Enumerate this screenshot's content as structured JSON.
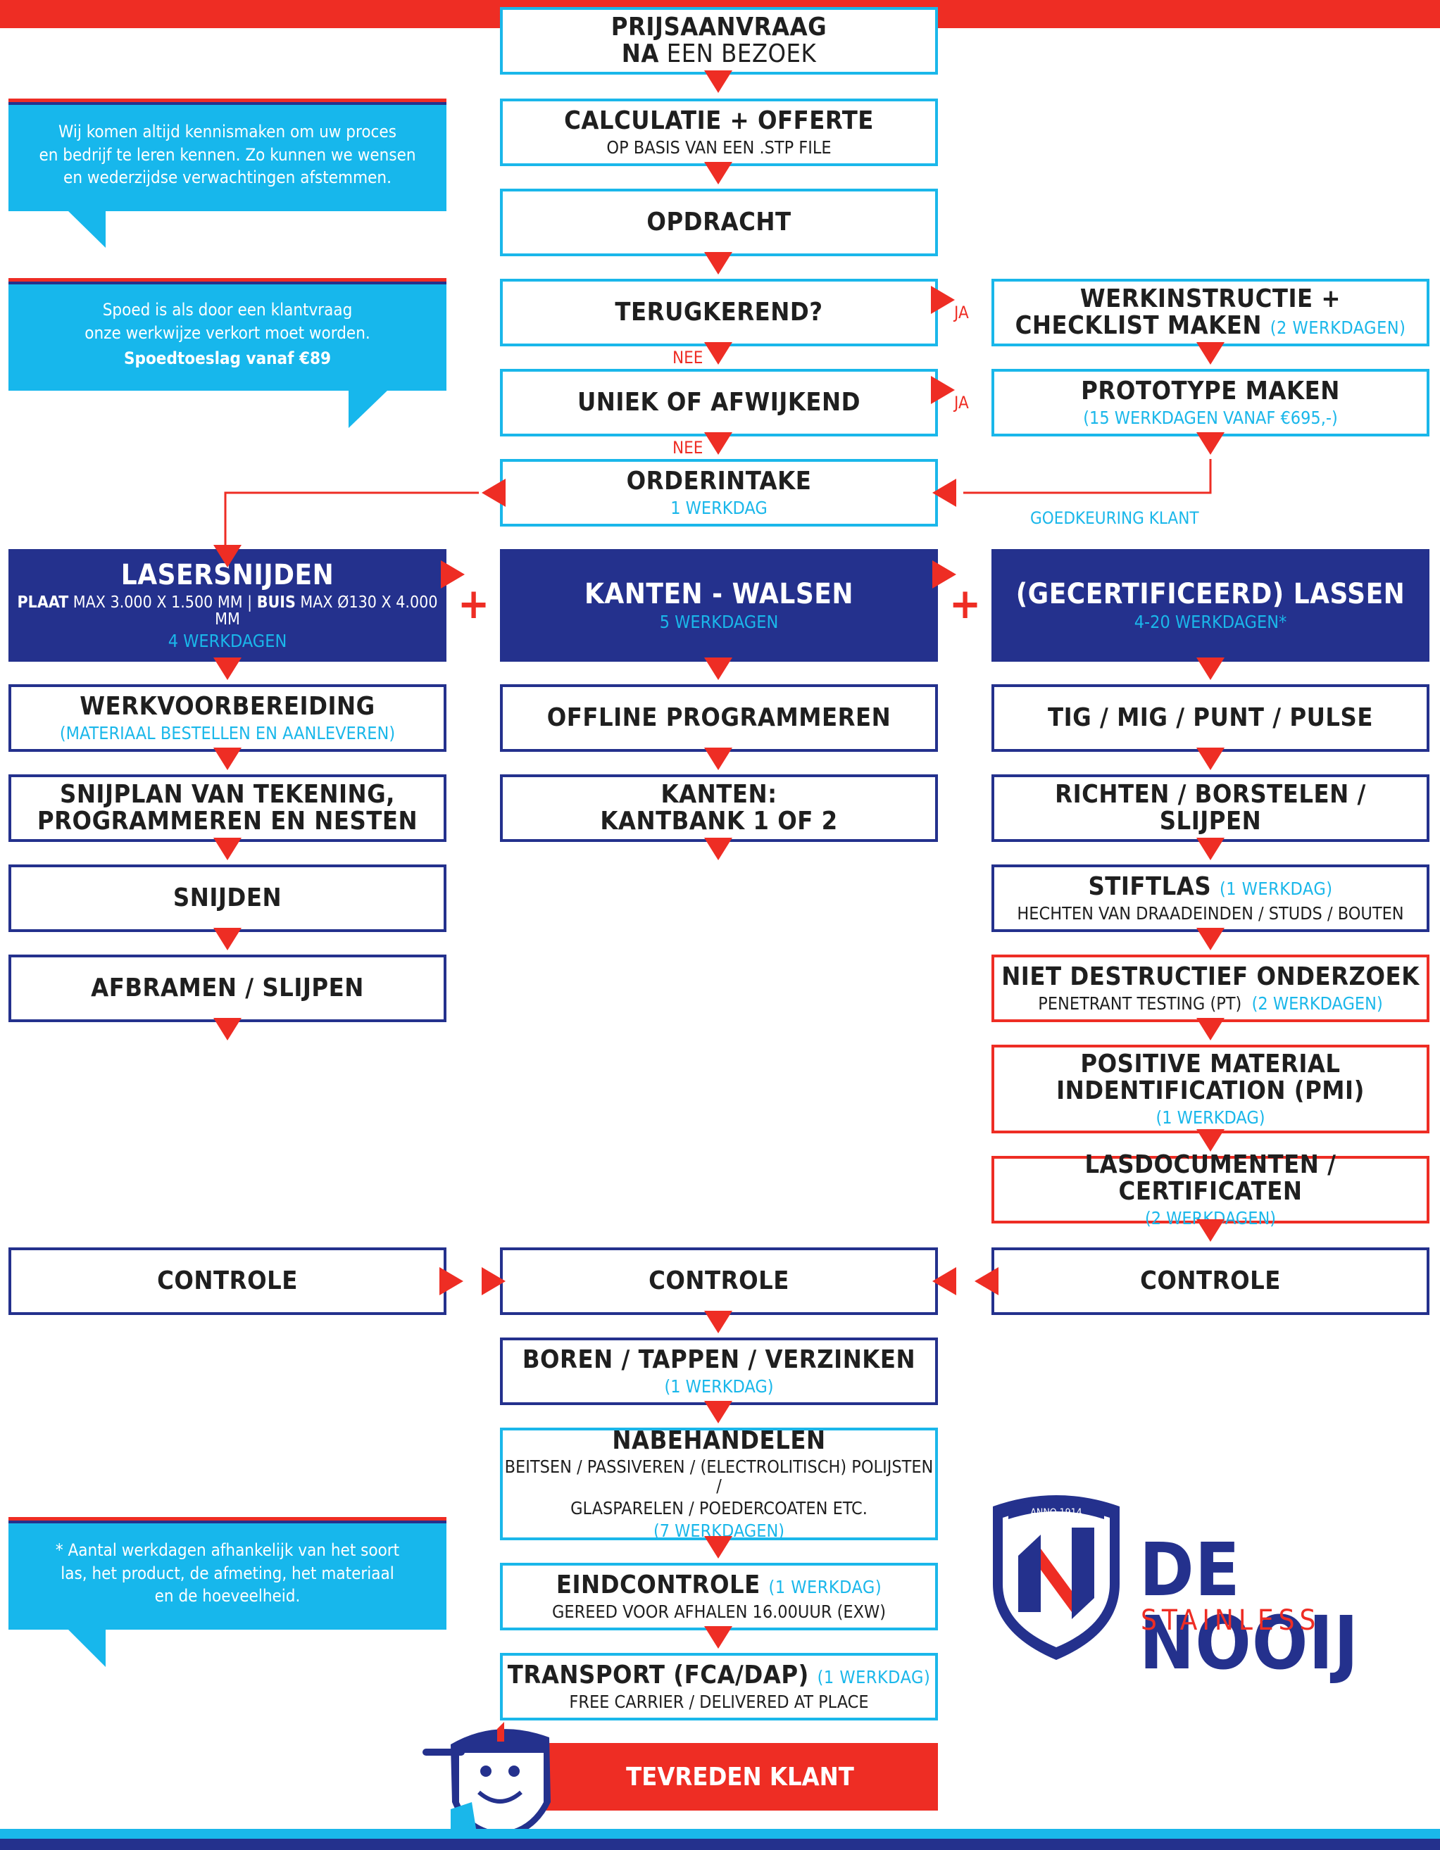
{
  "colors": {
    "red": "#ee2d24",
    "navy": "#24318d",
    "cyan": "#1ab7ea"
  },
  "boxes": {
    "prijsaanvraag": {
      "line1": "PRIJSAANVRAAG",
      "line2_bold": "NA",
      "line2_rest": " EEN BEZOEK"
    },
    "calculatie": {
      "title": "CALCULATIE + OFFERTE",
      "sub": "OP BASIS VAN EEN .STP FILE"
    },
    "opdracht": {
      "title": "OPDRACHT"
    },
    "terugkerend": {
      "title": "TERUGKEREND?"
    },
    "uniek": {
      "title": "UNIEK OF AFWIJKEND"
    },
    "orderintake": {
      "title": "ORDERINTAKE",
      "duration": "1 WERKDAG"
    },
    "werkinstructie": {
      "line1": "WERKINSTRUCTIE +",
      "line2": "CHECKLIST MAKEN",
      "duration": "(2 WERKDAGEN)"
    },
    "prototype": {
      "title": "PROTOTYPE MAKEN",
      "duration": "(15 WERKDAGEN VANAF €695,-)"
    },
    "lasersnijden": {
      "title": "LASERSNIJDEN",
      "spec_plaat": "PLAAT",
      "spec_plaat_val": " MAX 3.000 X 1.500 MM | ",
      "spec_buis": "BUIS",
      "spec_buis_val": " MAX Ø130 X 4.000 MM",
      "duration": "4 WERKDAGEN"
    },
    "kanten_walsen": {
      "title": "KANTEN - WALSEN",
      "duration": "5 WERKDAGEN"
    },
    "lassen": {
      "title": "(GECERTIFICEERD) LASSEN",
      "duration": "4-20 WERKDAGEN*"
    },
    "werkvoorbereiding": {
      "title": "WERKVOORBEREIDING",
      "duration": "(MATERIAAL BESTELLEN EN AANLEVEREN)"
    },
    "snijplan": {
      "line1": "SNIJPLAN VAN TEKENING,",
      "line2": "PROGRAMMEREN EN NESTEN"
    },
    "snijden": {
      "title": "SNIJDEN"
    },
    "afbramen": {
      "title": "AFBRAMEN / SLIJPEN"
    },
    "offline": {
      "title": "OFFLINE PROGRAMMEREN"
    },
    "kanten": {
      "line1": "KANTEN:",
      "line2": "KANTBANK 1 OF 2"
    },
    "tig": {
      "title": "TIG / MIG / PUNT / PULSE"
    },
    "richten": {
      "line1": "RICHTEN / BORSTELEN /",
      "line2": "SLIJPEN"
    },
    "stiftlas": {
      "title": "STIFTLAS",
      "duration": "(1 WERKDAG)",
      "sub": "HECHTEN VAN DRAADEINDEN / STUDS / BOUTEN"
    },
    "ndo": {
      "title": "NIET DESTRUCTIEF ONDERZOEK",
      "sub": "PENETRANT TESTING (PT)",
      "duration": "(2 WERKDAGEN)"
    },
    "pmi": {
      "line1": "POSITIVE MATERIAL",
      "line2": "INDENTIFICATION (PMI)",
      "duration": "(1 WERKDAG)"
    },
    "lasdocumenten": {
      "title": "LASDOCUMENTEN / CERTIFICATEN",
      "duration": "(2 WERKDAGEN)"
    },
    "controle_left": {
      "title": "CONTROLE"
    },
    "controle_mid": {
      "title": "CONTROLE"
    },
    "controle_right": {
      "title": "CONTROLE"
    },
    "boren": {
      "title": "BOREN / TAPPEN / VERZINKEN",
      "duration": "(1 WERKDAG)"
    },
    "nabehandelen": {
      "title": "NABEHANDELEN",
      "sub1": "BEITSEN / PASSIVEREN / (ELECTROLITISCH) POLIJSTEN /",
      "sub2": "GLASPARELEN / POEDERCOATEN ETC.",
      "duration": "(7 WERKDAGEN)"
    },
    "eindcontrole": {
      "title": "EINDCONTROLE",
      "duration": "(1 WERKDAG)",
      "sub": "GEREED VOOR AFHALEN 16.00UUR (EXW)"
    },
    "transport": {
      "title": "TRANSPORT (FCA/DAP)",
      "duration": "(1 WERKDAG)",
      "sub": "FREE CARRIER / DELIVERED AT PLACE"
    },
    "tevreden": {
      "title": "TEVREDEN KLANT"
    }
  },
  "labels": {
    "ja1": "JA",
    "ja2": "JA",
    "nee1": "NEE",
    "nee2": "NEE",
    "goedkeuring": "GOEDKEURING KLANT",
    "plus1": "+",
    "plus2": "+"
  },
  "notes": {
    "note1": {
      "line1": "Wij komen altijd kennismaken om uw proces",
      "line2": "en bedrijf te leren kennen. Zo kunnen we wensen",
      "line3": "en wederzijdse verwachtingen afstemmen."
    },
    "note2": {
      "line1": "Spoed is als door een klantvraag",
      "line2": "onze werkwijze verkort moet worden.",
      "line3": "Spoedtoeslag vanaf  €89"
    },
    "note3": {
      "line1": "* Aantal werkdagen afhankelijk van het soort",
      "line2": "las, het product, de afmeting, het materiaal",
      "line3": "en de hoeveelheid."
    }
  },
  "logo": {
    "anno": "ANNO 1914",
    "name": "DE NOOIJ",
    "sub": "STAINLESS"
  }
}
